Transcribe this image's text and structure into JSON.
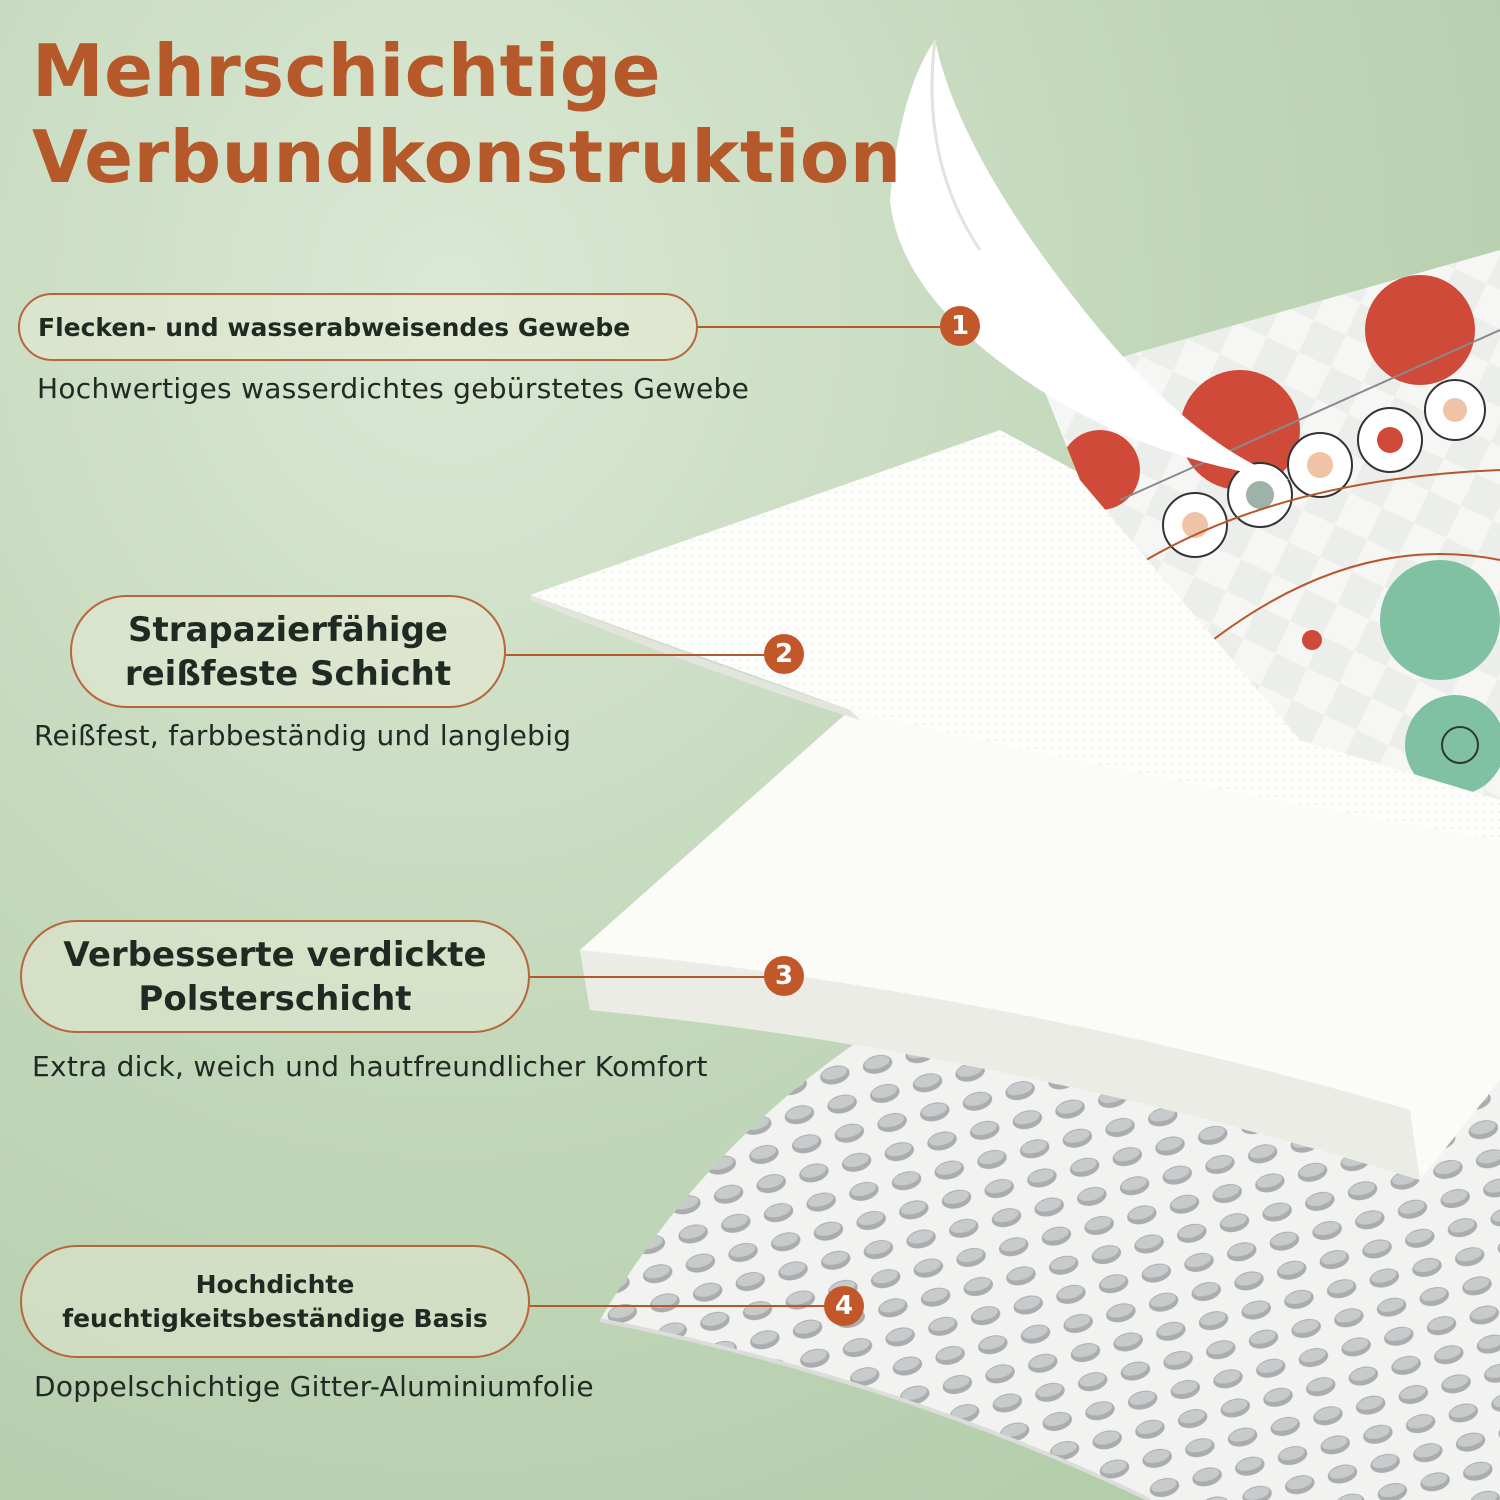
{
  "title": {
    "line1": "Mehrschichtige",
    "line2": "Verbundkonstruktion"
  },
  "layers": [
    {
      "number": "1",
      "label": "Flecken- und wasserabweisendes Gewebe",
      "description": "Hochwertiges wasserdichtes gebürstetes Gewebe"
    },
    {
      "number": "2",
      "label_line1": "Strapazierfähige",
      "label_line2": "reißfeste Schicht",
      "description": "Reißfest, farbbeständig und langlebig"
    },
    {
      "number": "3",
      "label_line1": "Verbesserte verdickte",
      "label_line2": "Polsterschicht",
      "description": "Extra dick, weich und hautfreundlicher Komfort"
    },
    {
      "number": "4",
      "label_line1": "Hochdichte",
      "label_line2": "feuchtigkeitsbeständige Basis",
      "description": "Doppelschichtige Gitter-Aluminiumfolie"
    }
  ],
  "colors": {
    "title": "#b5582a",
    "accent": "#c2582a",
    "background": "#c3d8bb"
  }
}
